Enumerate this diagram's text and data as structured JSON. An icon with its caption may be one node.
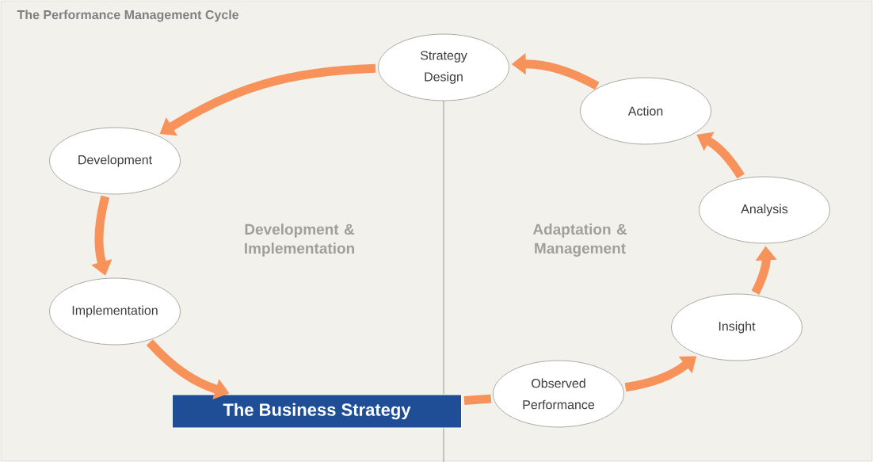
{
  "diagram": {
    "title": "The Performance Management Cycle",
    "nodes": [
      {
        "text": [
          "Strategy Design"
        ]
      },
      {
        "text": [
          "Action"
        ]
      },
      {
        "text": [
          "Development"
        ]
      },
      {
        "text": [
          "Analysis"
        ]
      },
      {
        "text": [
          "Implementation"
        ]
      },
      {
        "text": [
          "Insight"
        ]
      },
      {
        "text": [
          "Observed Performance"
        ]
      },
      {
        "text": [
          "The Business Strategy"
        ]
      }
    ],
    "edges": [
      {
        "from": 0,
        "to": 2,
        "arrow": "to"
      },
      {
        "from": 2,
        "to": 4,
        "arrow": "to"
      },
      {
        "from": 4,
        "to": 7,
        "arrow": "to"
      },
      {
        "from": 7,
        "to": 6,
        "arrow": "none"
      },
      {
        "from": 6,
        "to": 5,
        "arrow": "to"
      },
      {
        "from": 5,
        "to": 3,
        "arrow": "to"
      },
      {
        "from": 3,
        "to": 1,
        "arrow": "to"
      },
      {
        "from": 1,
        "to": 0,
        "arrow": "to"
      }
    ],
    "labels": [
      "Development & Implementation",
      "Adaptation & Management"
    ]
  }
}
